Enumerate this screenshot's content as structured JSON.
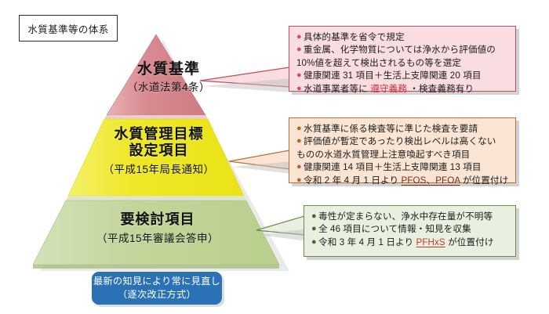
{
  "title_box": {
    "label": "水質基準等の体系"
  },
  "pyramid": {
    "layers": [
      {
        "id": "water-quality-standards",
        "title": "水質基準",
        "subtitle": "（水道法第4条）",
        "color": "#d98a90"
      },
      {
        "id": "water-quality-management-target",
        "title_line1": "水質管理目標",
        "title_line2": "設定項目",
        "subtitle": "（平成15年局長通知）",
        "color": "#efe82a"
      },
      {
        "id": "items-requiring-study",
        "title": "要検討項目",
        "subtitle": "（平成15年審議会答申）",
        "color": "#c3d69b"
      }
    ]
  },
  "callouts": [
    {
      "id": "callout-standards",
      "accent": "#c0505f",
      "background": "#f9dde1",
      "lines": [
        {
          "bullet": true,
          "text": "具体的基準を省令で規定"
        },
        {
          "bullet": true,
          "text": "重金属、化学物質については浄水から評価値の"
        },
        {
          "bullet": false,
          "text": "10%値を超えて検出されるもの等を選定"
        },
        {
          "bullet": true,
          "text": "健康関連 31 項目＋生活上支障関連 20 項目"
        },
        {
          "bullet": true,
          "text_pre": "水道事業者等に ",
          "highlight": "遵守義務",
          "text_post": " ・検査義務有り"
        }
      ]
    },
    {
      "id": "callout-management-target",
      "accent": "#b4703a",
      "background": "#fae5d4",
      "lines": [
        {
          "bullet": true,
          "text": "水質基準に係る検査等に準じた検査を要請"
        },
        {
          "bullet": true,
          "text": "評価値が暫定であったり検出レベルは高くない"
        },
        {
          "bullet": false,
          "text": "ものの水道水質管理上注意喚起すべき項目"
        },
        {
          "bullet": true,
          "text": "健康関連 14 項目＋生活上支障関連 13 項目"
        },
        {
          "bullet": true,
          "text_pre": "令和 2 年 4 月 1 日より ",
          "underline": "PFOS、PFOA",
          "text_post": " が位置付け"
        }
      ]
    },
    {
      "id": "callout-study-items",
      "accent": "#6d8a4e",
      "background": "#e9f0e0",
      "lines": [
        {
          "bullet": true,
          "text": "毒性が定まらない、浄水中存在量が不明等"
        },
        {
          "bullet": true,
          "text": "全 46 項目について情報・知見を収集"
        },
        {
          "bullet": true,
          "text_pre": "令和 3 年 4 月 1 日より ",
          "underline": "PFHxS",
          "text_post": " が位置付け"
        }
      ]
    }
  ],
  "bottom_note": {
    "line1": "最新の知見により常に見直し",
    "line2": "（逐次改正方式）",
    "color": "#2a72b5"
  }
}
